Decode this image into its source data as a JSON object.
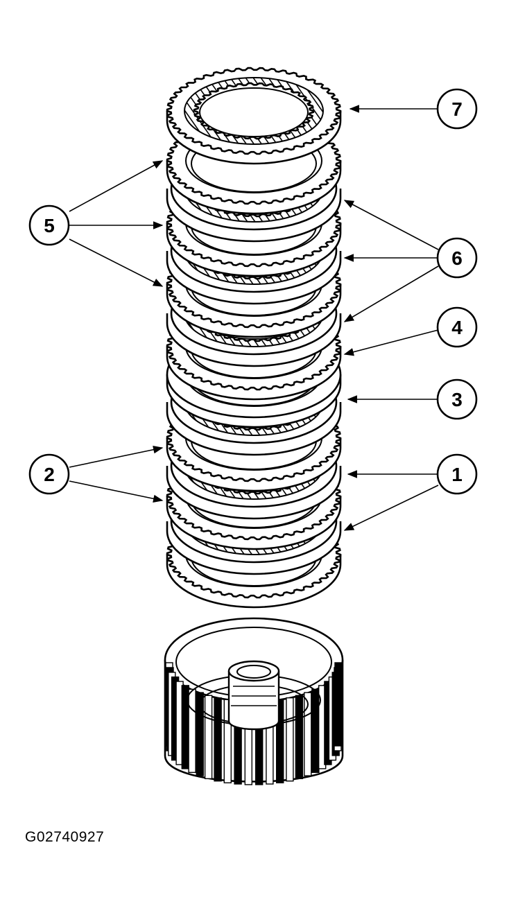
{
  "figure_id": "G02740927",
  "callouts": [
    {
      "number": "1"
    },
    {
      "number": "2"
    },
    {
      "number": "3"
    },
    {
      "number": "4"
    },
    {
      "number": "5"
    },
    {
      "number": "6"
    },
    {
      "number": "7"
    }
  ]
}
